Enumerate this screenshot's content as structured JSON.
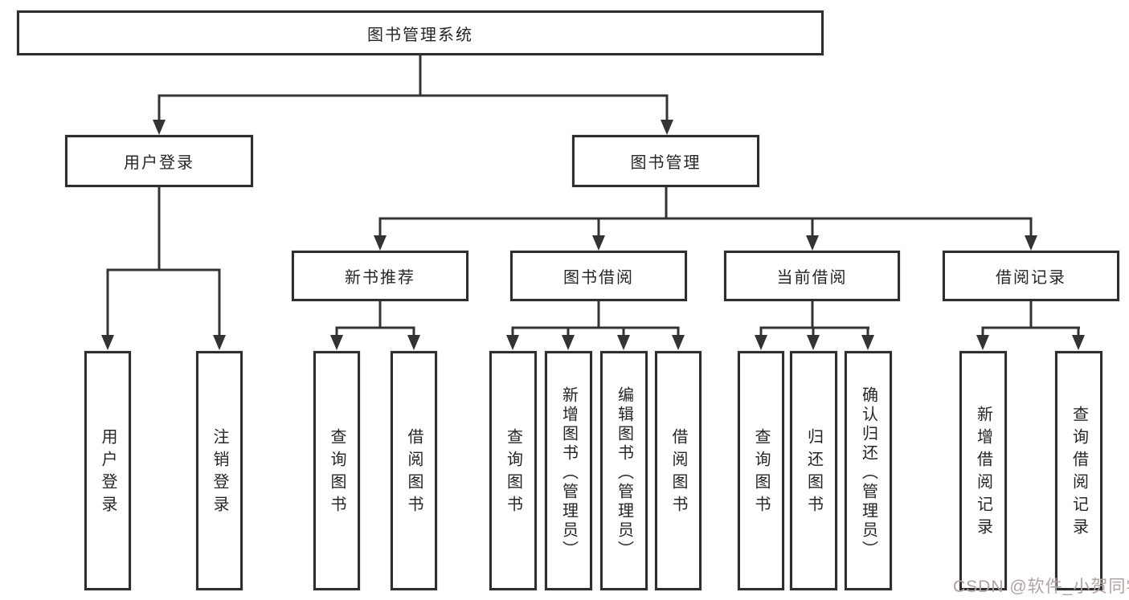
{
  "diagram": {
    "title": "图书管理系统",
    "nodes": {
      "root": "图书管理系统",
      "user_login": "用户登录",
      "book_mgmt": "图书管理",
      "new_book": "新书推荐",
      "book_borrow": "图书借阅",
      "cur_borrow": "当前借阅",
      "borrow_rec": "借阅记录",
      "ul_login": "用户登录",
      "ul_logout": "注销登录",
      "nb_query": "查询图书",
      "nb_borrow": "借阅图书",
      "bb_query": "查询图书",
      "bb_add": "新增图书（管理员）",
      "bb_edit": "编辑图书（管理员）",
      "bb_borrow": "借阅图书",
      "cb_query": "查询图书",
      "cb_return": "归还图书",
      "cb_confirm": "确认归还（管理员）",
      "br_add": "新增借阅记录",
      "br_query": "查询借阅记录"
    },
    "colors": {
      "line": "#333333",
      "box_border": "#2e2e2e",
      "text": "#262626",
      "background": "#ffffff",
      "watermark": "#b3a0a0"
    }
  },
  "watermark": {
    "text": "CSDN @软件_小贺同学"
  }
}
